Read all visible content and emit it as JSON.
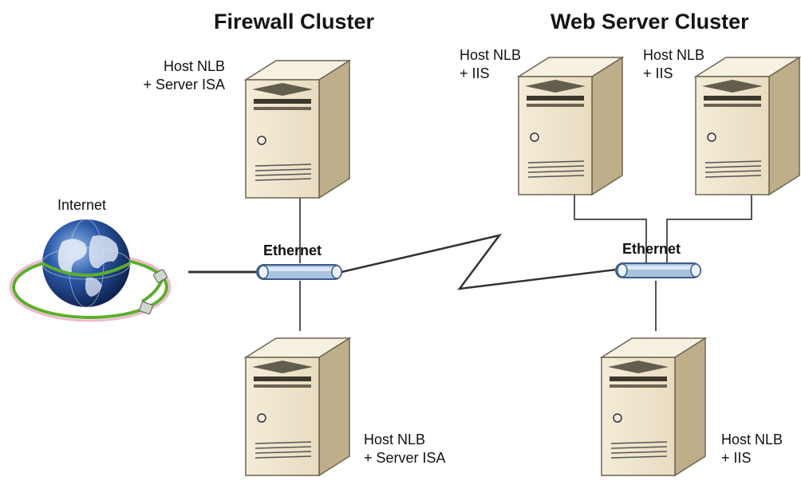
{
  "titles": {
    "firewall": "Firewall Cluster",
    "web": "Web Server Cluster"
  },
  "internet": "Internet",
  "buses": {
    "left": "Ethernet",
    "right": "Ethernet"
  },
  "servers": {
    "fw_top": {
      "line1": "Host NLB",
      "line2": "+ Server ISA"
    },
    "fw_bottom": {
      "line1": "Host NLB",
      "line2": "+ Server ISA"
    },
    "web_left": {
      "line1": "Host NLB",
      "line2": "+ IIS"
    },
    "web_right": {
      "line1": "Host NLB",
      "line2": "+ IIS"
    },
    "web_bottom": {
      "line1": "Host NLB",
      "line2": "+ IIS"
    }
  },
  "colors": {
    "case": "#e8dcc0",
    "case_shadow": "#bfae8a",
    "bus": "#a9c3de",
    "cable": "#6cbf3c",
    "globe": "#2c5aa8"
  }
}
